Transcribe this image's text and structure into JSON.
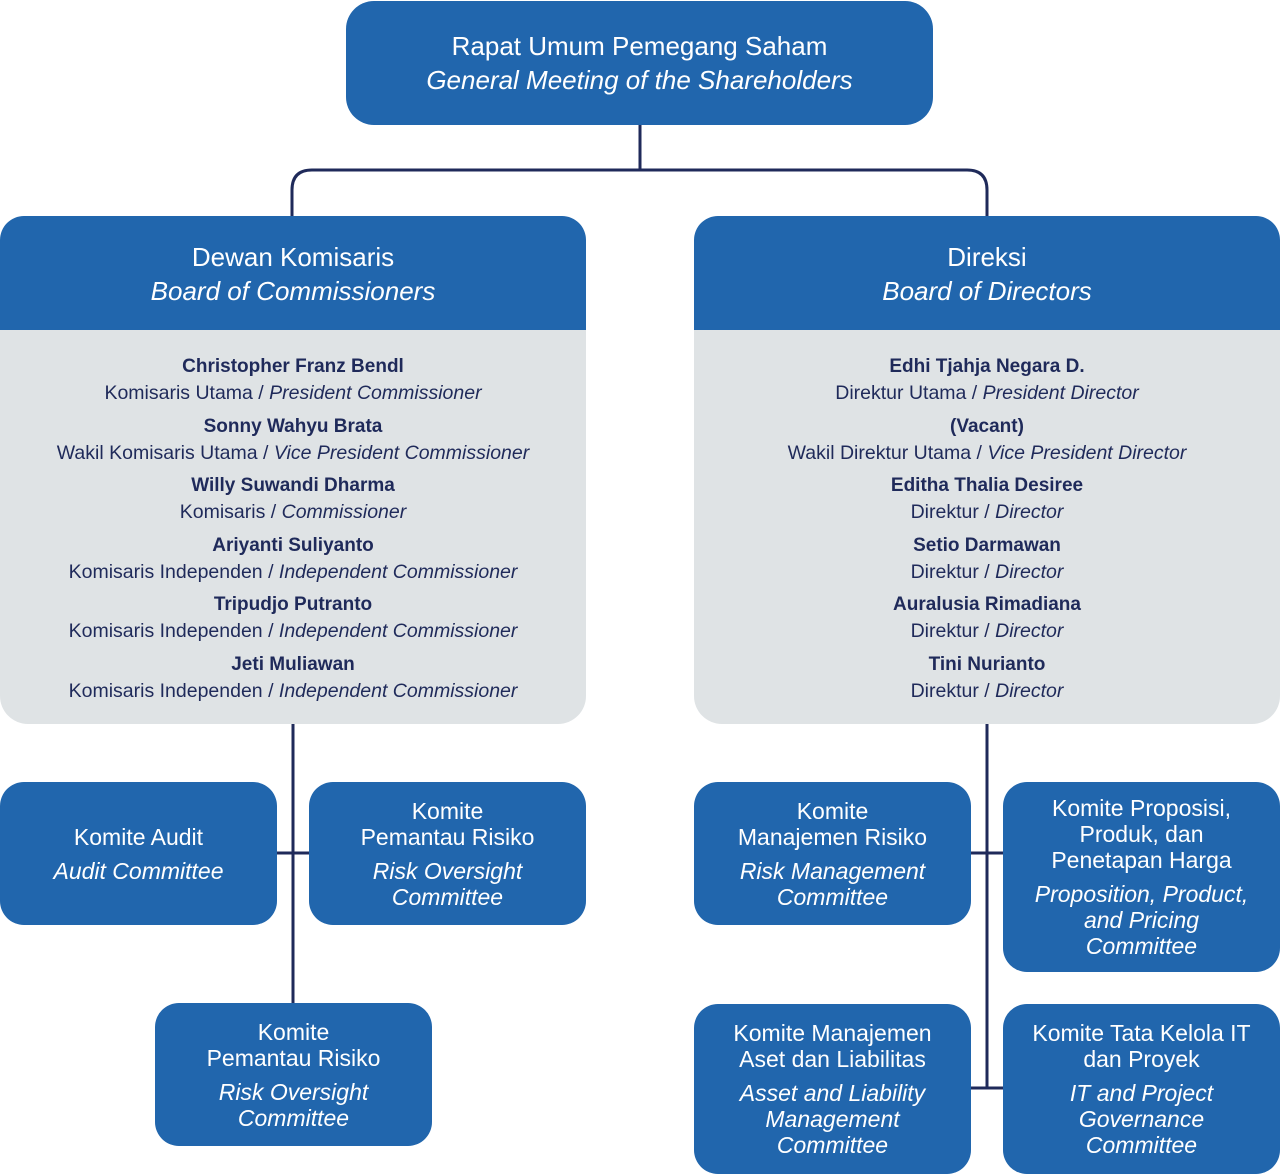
{
  "gms": {
    "title": "Rapat Umum Pemegang Saham",
    "subtitle": "General Meeting of the Shareholders"
  },
  "commissioners": {
    "title": "Dewan Komisaris",
    "subtitle": "Board of Commissioners",
    "members": [
      {
        "name": "Christopher Franz Bendl",
        "role": "Komisaris Utama",
        "role_en": "President Commissioner"
      },
      {
        "name": "Sonny Wahyu Brata",
        "role": "Wakil Komisaris Utama",
        "role_en": "Vice President Commissioner"
      },
      {
        "name": "Willy Suwandi Dharma",
        "role": "Komisaris",
        "role_en": "Commissioner"
      },
      {
        "name": "Ariyanti Suliyanto",
        "role": "Komisaris Independen",
        "role_en": "Independent Commissioner"
      },
      {
        "name": "Tripudjo Putranto",
        "role": "Komisaris Independen",
        "role_en": "Independent Commissioner"
      },
      {
        "name": "Jeti Muliawan",
        "role": "Komisaris Independen",
        "role_en": "Independent Commissioner"
      }
    ],
    "committees": [
      {
        "l1": "Komite Audit",
        "l2": "",
        "en1": "Audit Committee",
        "en2": ""
      },
      {
        "l1": "Komite",
        "l2": "Pemantau Risiko",
        "en1": "Risk Oversight",
        "en2": "Committee"
      },
      {
        "l1": "Komite",
        "l2": "Pemantau Risiko",
        "en1": "Risk Oversight",
        "en2": "Committee"
      }
    ]
  },
  "directors": {
    "title": "Direksi",
    "subtitle": "Board of Directors",
    "members": [
      {
        "name": "Edhi Tjahja Negara D.",
        "role": "Direktur Utama",
        "role_en": "President Director"
      },
      {
        "name": "(Vacant)",
        "role": "Wakil Direktur Utama",
        "role_en": "Vice President Director"
      },
      {
        "name": "Editha Thalia Desiree",
        "role": "Direktur",
        "role_en": "Director"
      },
      {
        "name": "Setio Darmawan",
        "role": "Direktur",
        "role_en": "Director"
      },
      {
        "name": "Auralusia Rimadiana",
        "role": "Direktur",
        "role_en": "Director"
      },
      {
        "name": "Tini Nurianto",
        "role": "Direktur",
        "role_en": "Director"
      }
    ],
    "committees": [
      {
        "l1": "Komite",
        "l2": "Manajemen Risiko",
        "l3": "",
        "en1": "Risk Management",
        "en2": "Committee",
        "en3": ""
      },
      {
        "l1": "Komite Proposisi,",
        "l2": "Produk, dan",
        "l3": "Penetapan Harga",
        "en1": "Proposition, Product,",
        "en2": "and Pricing",
        "en3": "Committee"
      },
      {
        "l1": "Komite Manajemen",
        "l2": "Aset dan Liabilitas",
        "l3": "",
        "en1": "Asset and Liability",
        "en2": "Management",
        "en3": "Committee"
      },
      {
        "l1": "Komite Tata Kelola IT",
        "l2": "dan Proyek",
        "l3": "",
        "en1": "IT and Project",
        "en2": "Governance",
        "en3": "Committee"
      }
    ]
  },
  "separator": " / ",
  "colors": {
    "box": "#2166ad",
    "panel": "#dfe3e5",
    "line": "#1f2a5a",
    "member_text": "#1f2a5a"
  }
}
